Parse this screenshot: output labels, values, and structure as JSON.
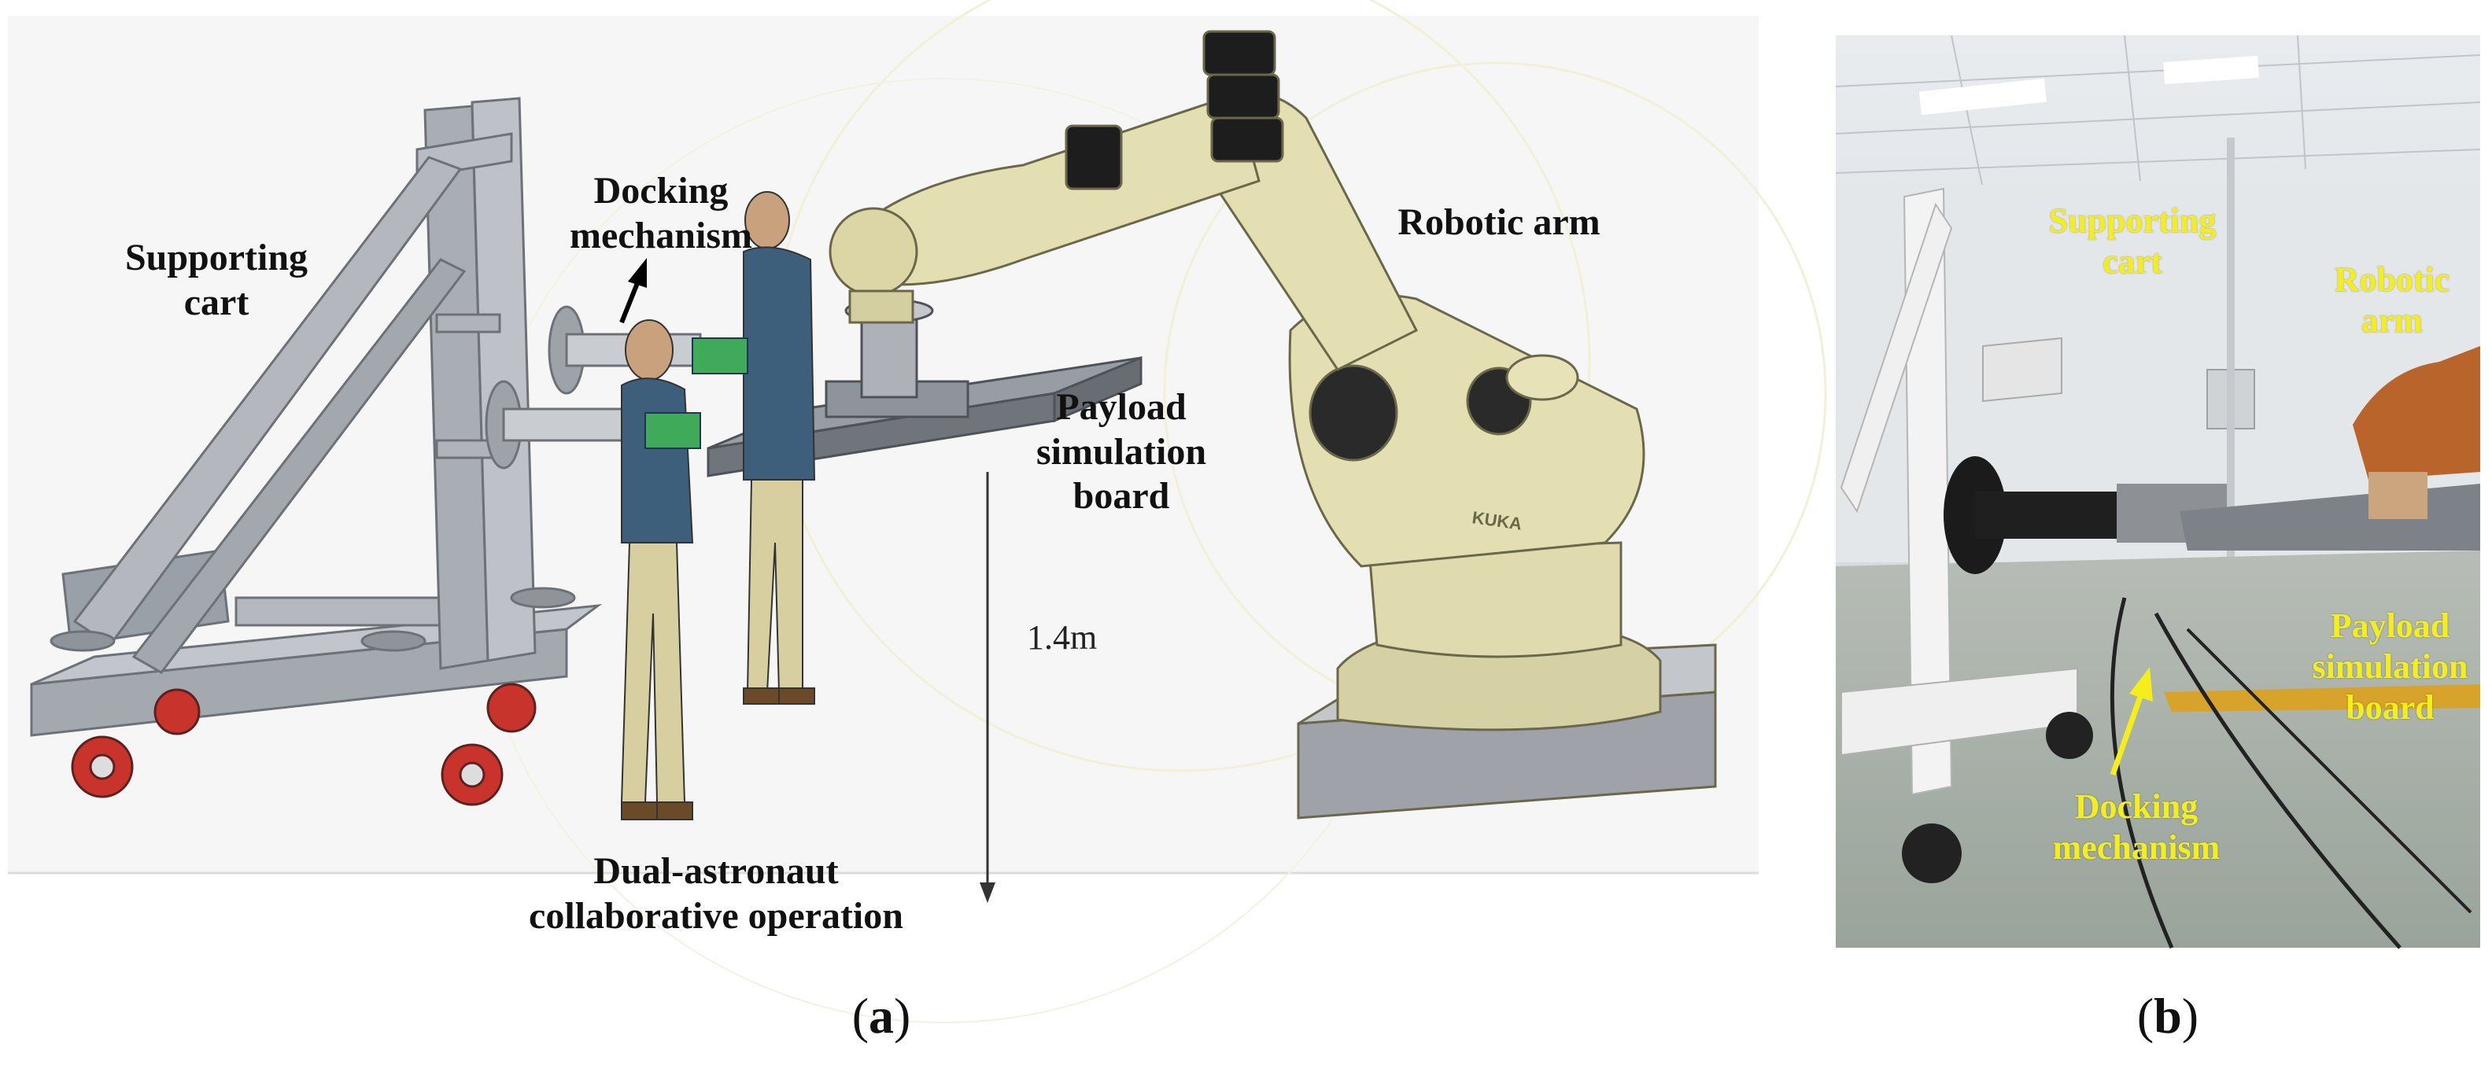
{
  "panel_a": {
    "tag_letter": "a",
    "labels": {
      "supporting_cart": "Supporting\ncart",
      "docking_mechanism": "Docking\nmechanism",
      "robotic_arm": "Robotic arm",
      "payload_board": "Payload\nsimulation\nboard",
      "height": "1.4m",
      "dual_astronaut": "Dual-astronaut\ncollaborative operation"
    },
    "robot_brand": "KUKA"
  },
  "panel_b": {
    "tag_letter": "b",
    "labels": {
      "supporting_cart": "Supporting\ncart",
      "robotic_arm": "Robotic\narm",
      "payload_board": "Payload\nsimulation\nboard",
      "docking_mechanism": "Docking\nmechanism"
    }
  },
  "colors": {
    "label_photo": "#f4ef1c",
    "cart_gray": "#a7abb2",
    "robot_cream": "#e4dfb2",
    "wheel_red": "#c8332c"
  }
}
